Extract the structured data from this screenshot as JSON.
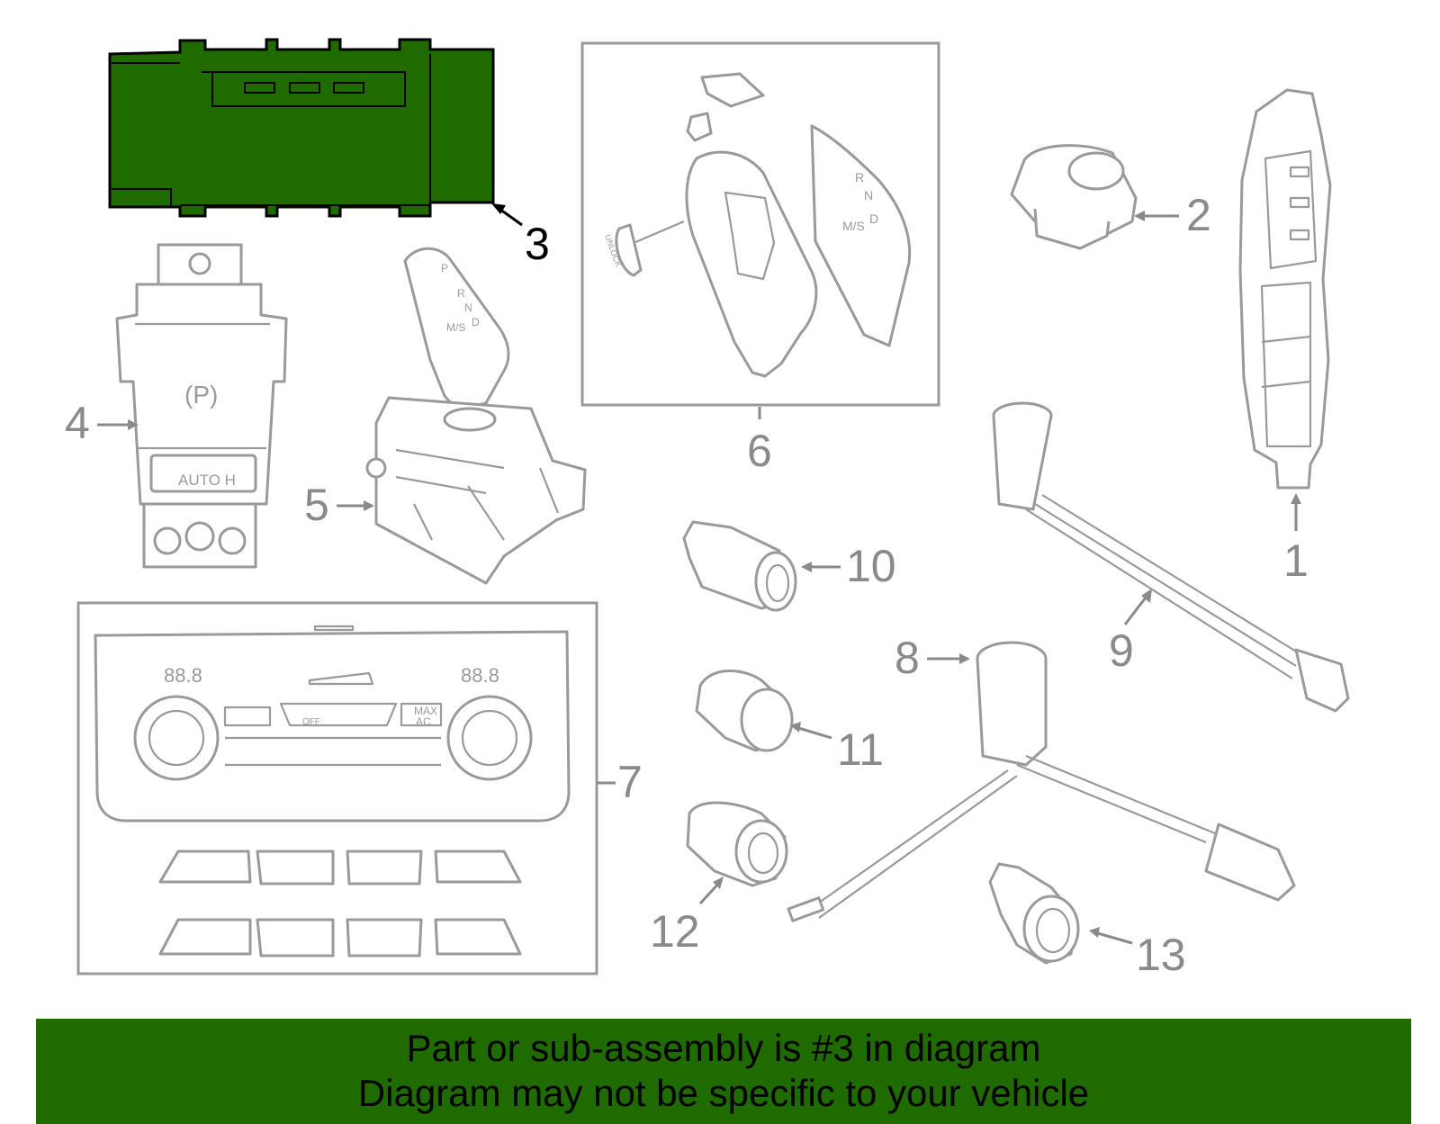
{
  "diagram": {
    "highlight_color": "#1f6b00",
    "line_color": "#9a9a9a",
    "highlighted_part": "3",
    "callouts": [
      "1",
      "2",
      "3",
      "4",
      "5",
      "6",
      "7",
      "8",
      "9",
      "10",
      "11",
      "12",
      "13"
    ],
    "part_text": {
      "parking_p": "(P)",
      "auto_hold": "AUTO H",
      "gear_labels": [
        "P",
        "R",
        "N",
        "D",
        "M/S"
      ],
      "climate_temp_left": "88.8",
      "climate_temp_right": "88.8",
      "climate_off": "OFF",
      "climate_max": "MAX",
      "climate_ac": "AC",
      "unlock": "UNLOCK"
    }
  },
  "banner": {
    "line1": "Part or sub-assembly is #3 in diagram",
    "line2": "Diagram may not be specific to your vehicle"
  }
}
